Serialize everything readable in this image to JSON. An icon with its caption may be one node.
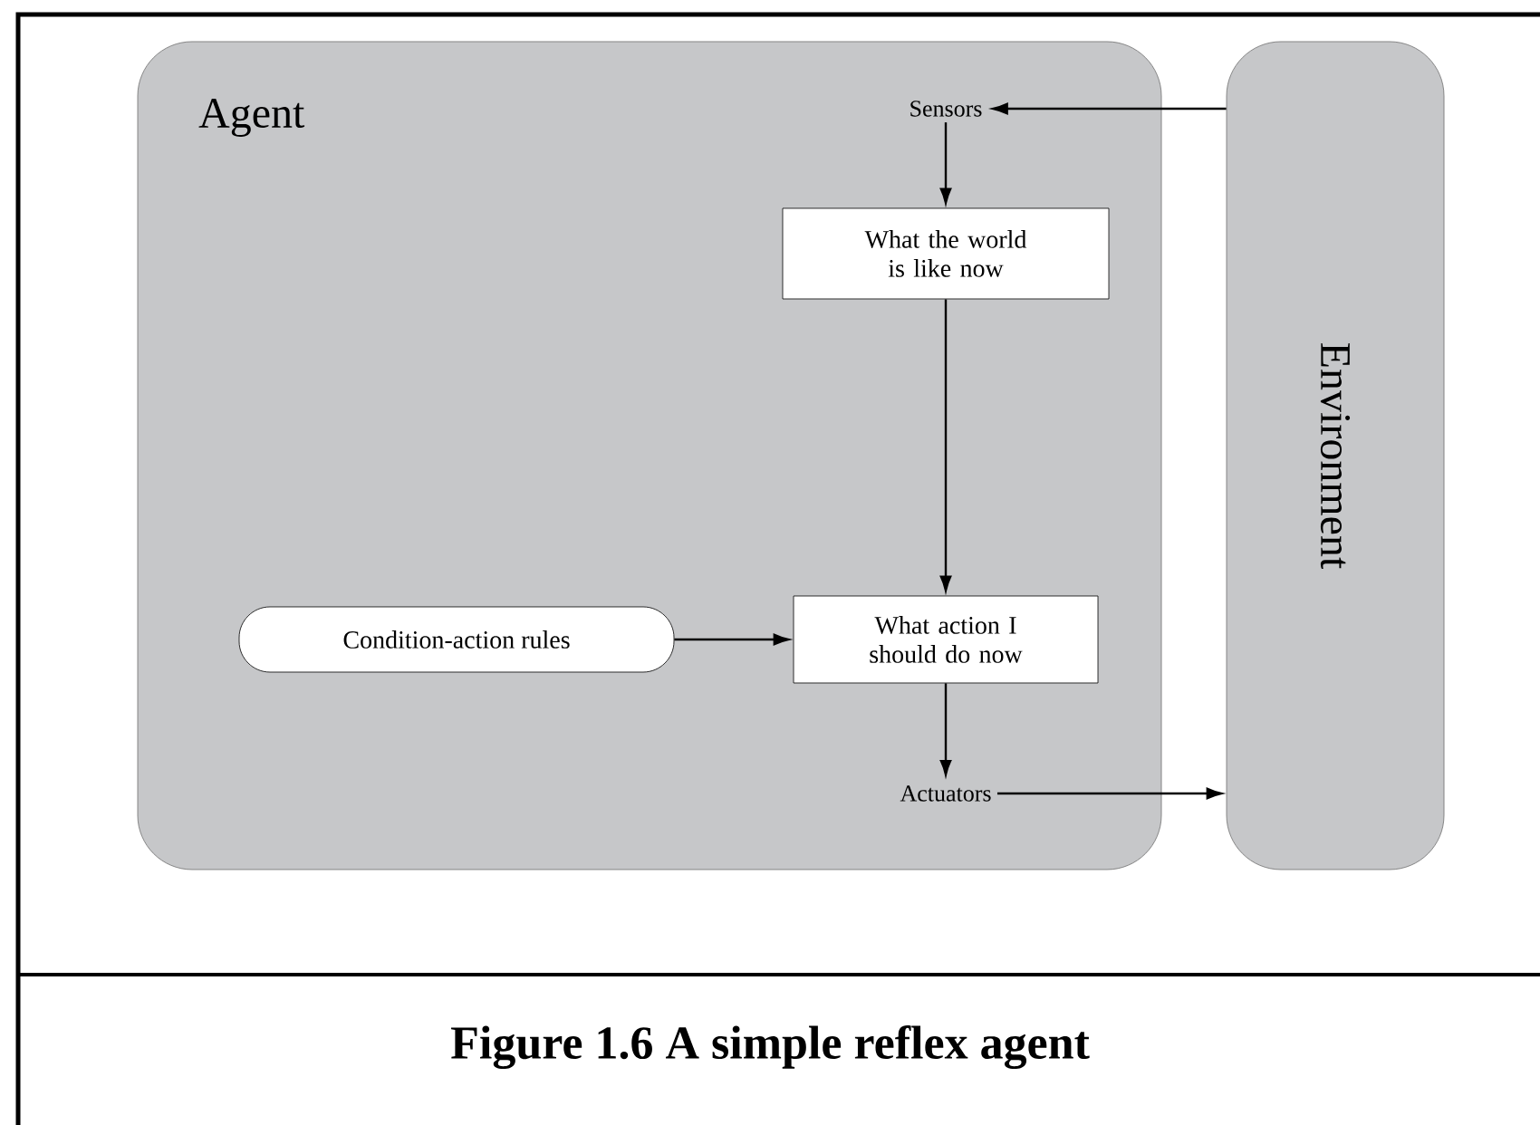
{
  "diagram": {
    "caption": "Figure 1.6 A simple reflex agent",
    "nodes": [
      {
        "text": [
          "Agent"
        ]
      },
      {
        "text": [
          "Sensors"
        ],
        "in": 0
      },
      {
        "text": [
          "What the world is like now"
        ],
        "in": 0
      },
      {
        "text": [
          "Condition-action rules"
        ],
        "in": 0
      },
      {
        "text": [
          "What action I should do now"
        ],
        "in": 0
      },
      {
        "text": [
          "Actuators"
        ],
        "in": 0
      },
      {
        "text": [
          "Environment"
        ]
      }
    ],
    "edges": [
      {
        "from": 6,
        "to": 1,
        "arrow": "to"
      },
      {
        "from": 1,
        "to": 2,
        "arrow": "to"
      },
      {
        "from": 2,
        "to": 4,
        "arrow": "to"
      },
      {
        "from": 3,
        "to": 4,
        "arrow": "to"
      },
      {
        "from": 4,
        "to": 5,
        "arrow": "to"
      },
      {
        "from": 5,
        "to": 6,
        "arrow": "to"
      }
    ]
  }
}
